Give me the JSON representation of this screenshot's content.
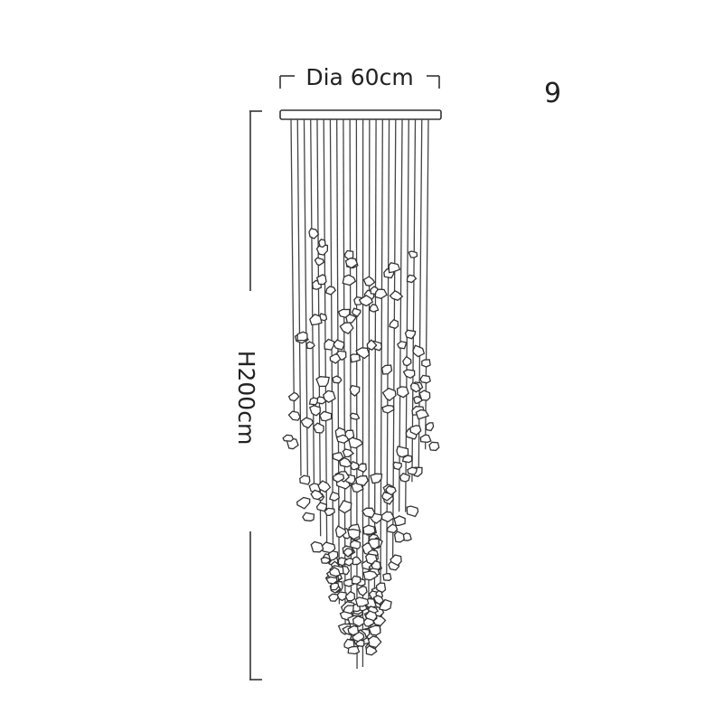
{
  "diagram": {
    "width_label": "Dia 60cm",
    "height_label": "H200cm",
    "corner_number": "9"
  }
}
